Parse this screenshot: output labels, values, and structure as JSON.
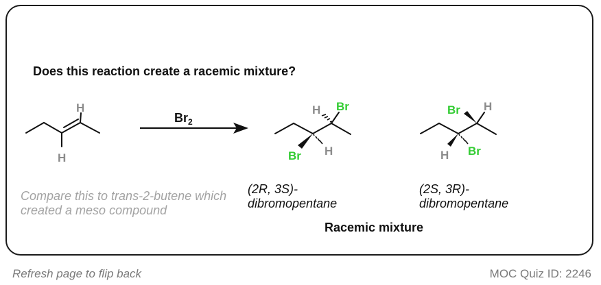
{
  "question": "Does this reaction create a racemic mixture?",
  "note": "Compare this to trans-2-butene which created a meso compound",
  "reagent": {
    "symbol": "Br",
    "subscript": "2"
  },
  "atoms": {
    "hydrogen": "H",
    "bromine": "Br"
  },
  "products": [
    {
      "name_line1": "(2R, 3S)-",
      "name_line2": "dibromopentane"
    },
    {
      "name_line1": "(2S, 3R)-",
      "name_line2": "dibromopentane"
    }
  ],
  "result_label": "Racemic mixture",
  "footer": {
    "left": "Refresh page to flip back",
    "right": "MOC Quiz ID: 2246"
  },
  "colors": {
    "bromine": "#33cc33",
    "hydrogen": "#8c8c8c",
    "note": "#a3a3a3"
  }
}
